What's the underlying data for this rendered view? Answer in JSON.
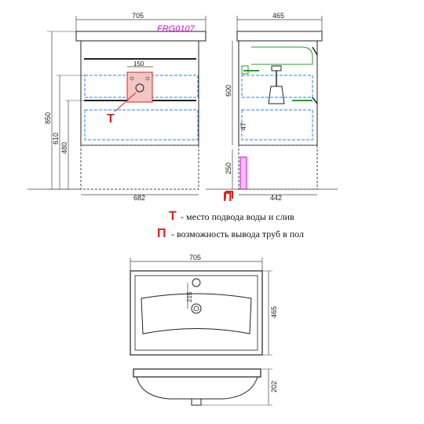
{
  "model": "FRG0107",
  "colors": {
    "model": "#e000e0",
    "marker": "#e02020",
    "pipe": "#1fa01f",
    "dash": "#2080ff",
    "outline": "#222222",
    "dimline": "#444444"
  },
  "front_view": {
    "width_top": "705",
    "width_bottom": "682",
    "height_total": "850",
    "height_cabinet": "610",
    "height_drawer": "480",
    "plate_width": "150",
    "marker_t": "Т"
  },
  "side_view": {
    "depth_top": "465",
    "depth_bottom": "442",
    "height_basin": "600",
    "offset_47": "47",
    "height_250": "250",
    "marker_p": "П"
  },
  "legend": [
    {
      "mark": "Т",
      "text": "- место подвода воды и слив"
    },
    {
      "mark": "П",
      "text": "- возможность вывода труб в пол"
    }
  ],
  "basin_top": {
    "width": "705",
    "depth": "465",
    "hole_offset": "215"
  },
  "basin_side": {
    "height": "202"
  }
}
